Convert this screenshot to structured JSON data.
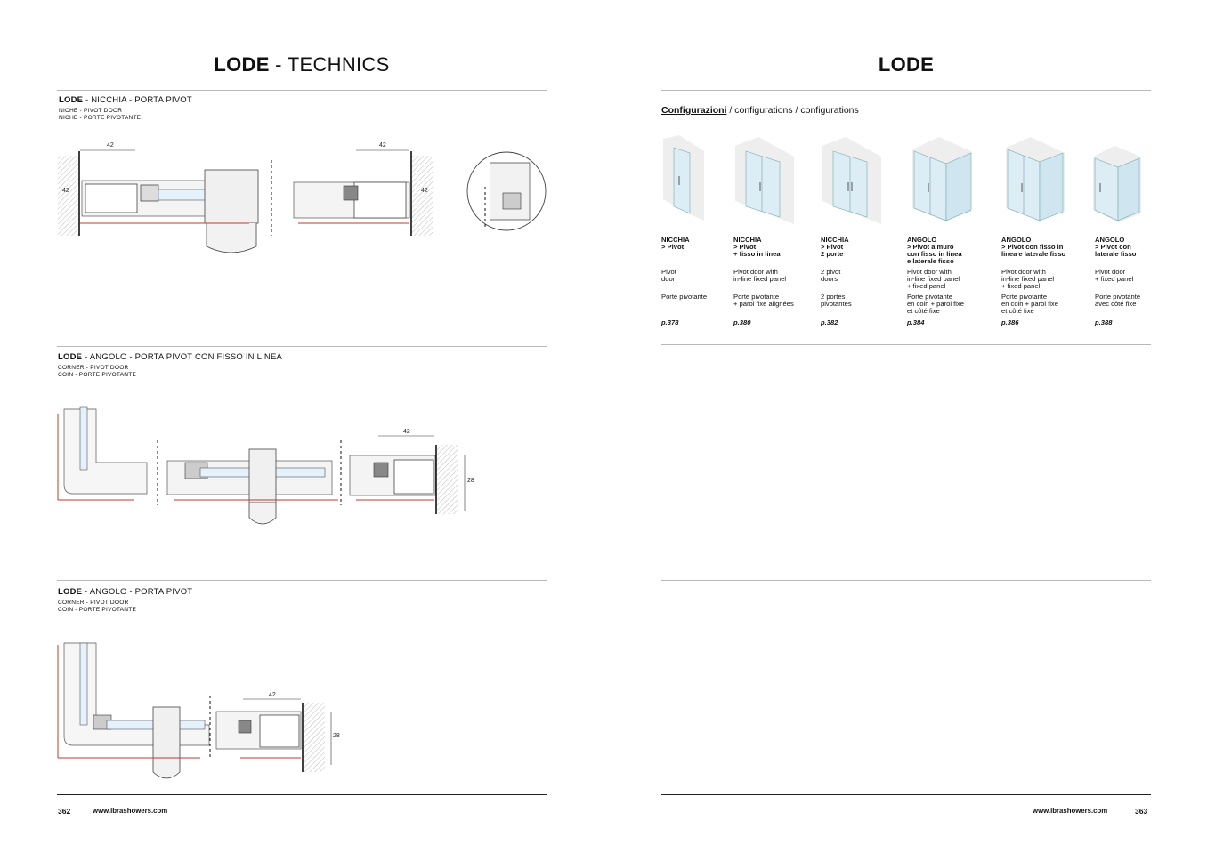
{
  "left": {
    "title_bold": "LODE",
    "title_rest": " - TECHNICS",
    "sections": [
      {
        "title_bold": "LODE",
        "title_rest": " - NICCHIA - PORTA PIVOT",
        "sub1": "NICHE - PIVOT DOOR",
        "sub2": "NICHE - PORTE PIVOTANTE"
      },
      {
        "title_bold": "LODE",
        "title_rest": " - ANGOLO - PORTA PIVOT CON FISSO IN LINEA",
        "sub1": "CORNER - PIVOT DOOR",
        "sub2": "COIN - PORTE PIVOTANTE"
      },
      {
        "title_bold": "LODE",
        "title_rest": " - ANGOLO - PORTA PIVOT",
        "sub1": "CORNER - PIVOT DOOR",
        "sub2": "COIN - PORTE PIVOTANTE"
      }
    ],
    "dims": {
      "d42": "42",
      "d28": "28"
    },
    "page_number": "362",
    "website": "www.ibrashowers.com"
  },
  "right": {
    "title": "LODE",
    "config_bold": "Configurazioni",
    "config_rest": " / configurations / configurations",
    "columns": [
      {
        "type": "NICCHIA",
        "model_lines": [
          "> Pivot"
        ],
        "en_lines": [
          "Pivot",
          "door"
        ],
        "fr_lines": [
          "Porte pivotante"
        ],
        "page": "p.378"
      },
      {
        "type": "NICCHIA",
        "model_lines": [
          "> Pivot",
          "+ fisso in linea"
        ],
        "en_lines": [
          "Pivot door with",
          "in-line fixed panel"
        ],
        "fr_lines": [
          "Porte pivotante",
          "+ paroi fixe alignées"
        ],
        "page": "p.380"
      },
      {
        "type": "NICCHIA",
        "model_lines": [
          "> Pivot",
          "2 porte"
        ],
        "en_lines": [
          "2 pivot",
          "doors"
        ],
        "fr_lines": [
          "2 portes",
          "pivotantes"
        ],
        "page": "p.382"
      },
      {
        "type": "ANGOLO",
        "model_lines": [
          "> Pivot a muro",
          "con fisso in linea",
          "e laterale fisso"
        ],
        "en_lines": [
          "Pivot door with",
          "in-line fixed panel",
          "+ fixed panel"
        ],
        "fr_lines": [
          "Porte pivotante",
          "en coin + paroi fixe",
          "et côté fixe"
        ],
        "page": "p.384"
      },
      {
        "type": "ANGOLO",
        "model_lines": [
          "> Pivot con fisso in",
          "linea e laterale fisso"
        ],
        "en_lines": [
          "Pivot door with",
          "in-line fixed panel",
          "+ fixed panel"
        ],
        "fr_lines": [
          "Porte pivotante",
          "en coin + paroi fixe",
          "et côté fixe"
        ],
        "page": "p.386"
      },
      {
        "type": "ANGOLO",
        "model_lines": [
          "> Pivot con",
          "laterale fisso"
        ],
        "en_lines": [
          "Pivot door",
          "+ fixed panel"
        ],
        "fr_lines": [
          "Porte pivotante",
          "avec côté fixe"
        ],
        "page": "p.388"
      }
    ],
    "website": "www.ibrashowers.com",
    "page_number": "363"
  }
}
